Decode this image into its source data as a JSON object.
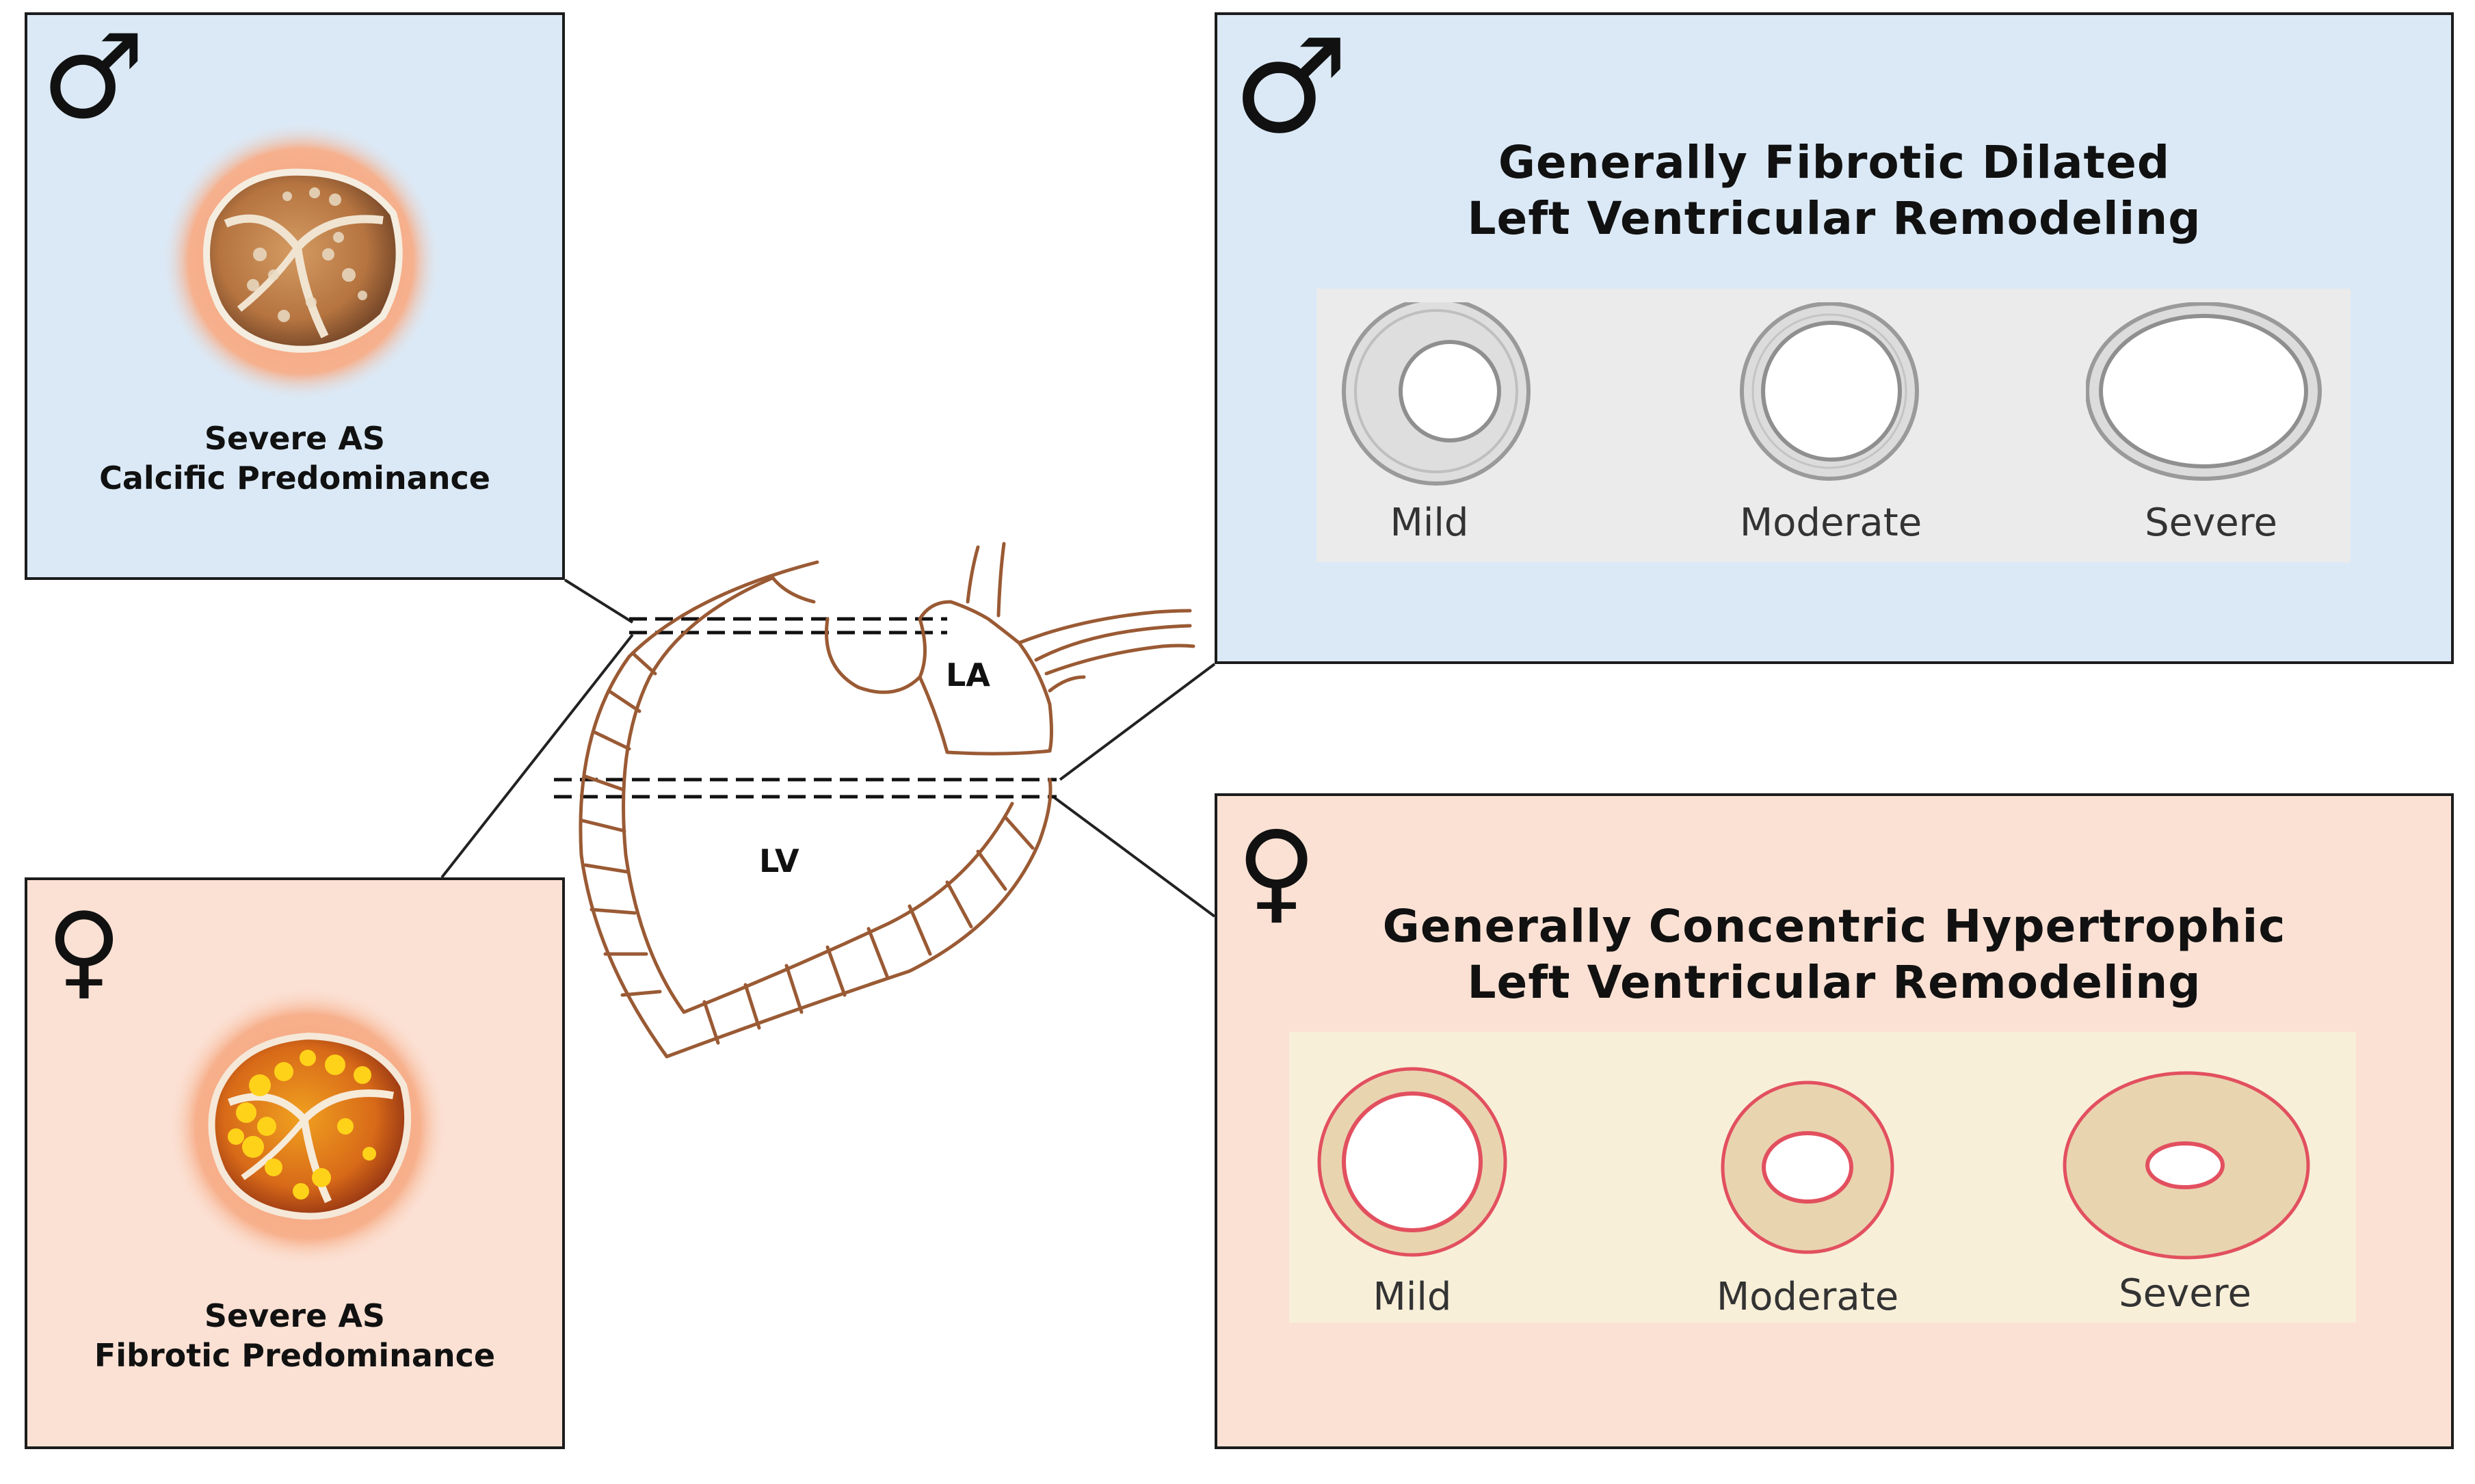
{
  "male_valve_panel": {
    "symbol": "♂",
    "caption_line1": "Severe AS",
    "caption_line2": "Calcific Predominance"
  },
  "female_valve_panel": {
    "symbol": "♀",
    "caption_line1": "Severe AS",
    "caption_line2": "Fibrotic Predominance"
  },
  "male_lv_panel": {
    "symbol": "♂",
    "title_line1": "Generally Fibrotic Dilated",
    "title_line2": "Left Ventricular Remodeling",
    "severity_labels": [
      "Mild",
      "Moderate",
      "Severe"
    ]
  },
  "female_lv_panel": {
    "symbol": "♀",
    "title_line1": "Generally Concentric Hypertrophic",
    "title_line2": "Left Ventricular Remodeling",
    "severity_labels": [
      "Mild",
      "Moderate",
      "Severe"
    ]
  },
  "heart": {
    "label_la": "LA",
    "label_lv": "LV"
  },
  "colors": {
    "male_panel_bg": "#dbe9f6",
    "female_panel_bg": "#fbe1d4",
    "heart_stroke": "#9a5a34",
    "female_ring_stroke": "#e2505f"
  },
  "icons": {
    "male": "mars-symbol",
    "female": "venus-symbol"
  }
}
